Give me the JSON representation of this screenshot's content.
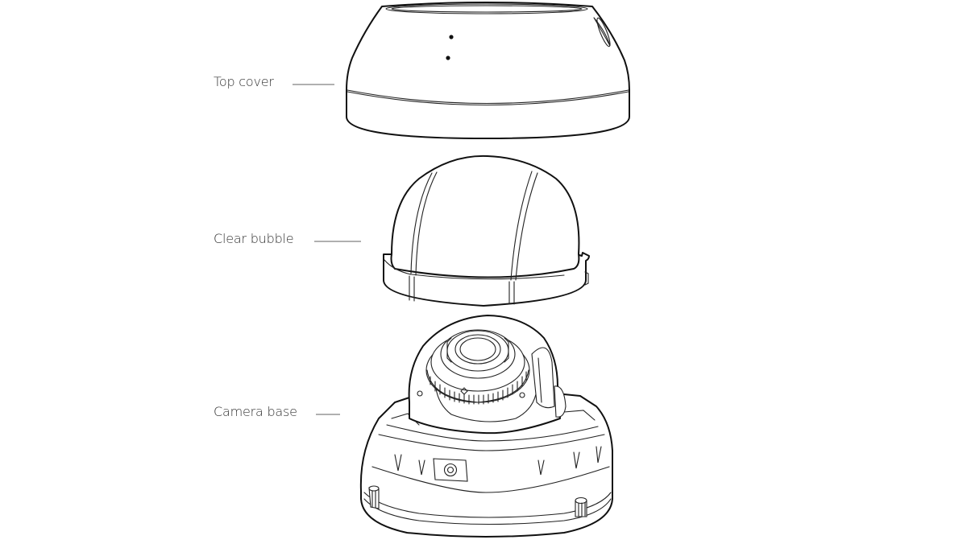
{
  "diagram": {
    "type": "exploded-view",
    "subject": "Dome security camera",
    "parts": [
      {
        "id": "top-cover",
        "label": "Top cover"
      },
      {
        "id": "clear-bubble",
        "label": "Clear bubble"
      },
      {
        "id": "camera-base",
        "label": "Camera base"
      }
    ],
    "colors": {
      "background": "#ffffff",
      "label_text": "#333333",
      "leader_line": "#b0b0b0",
      "outline": "#111111"
    }
  }
}
